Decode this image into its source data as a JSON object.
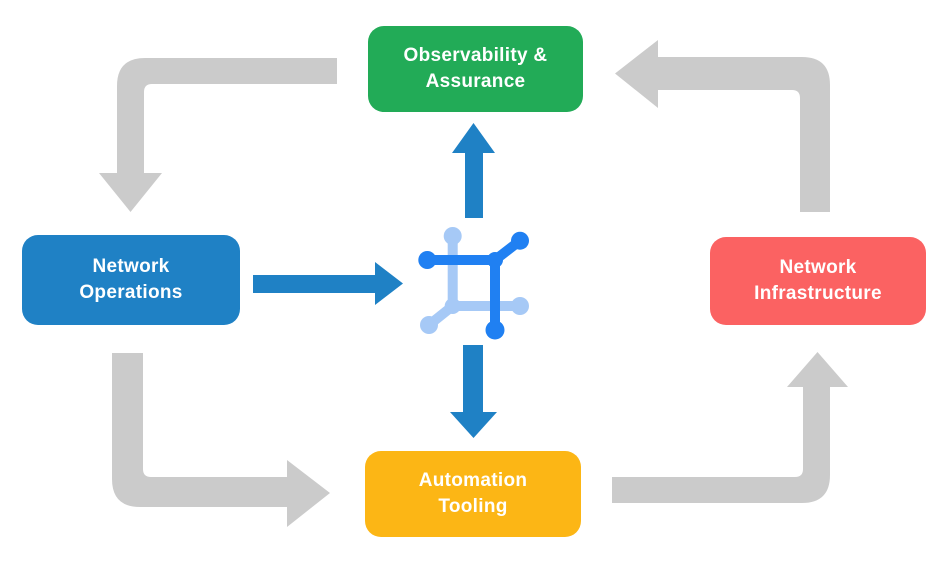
{
  "colors": {
    "background": "#ffffff",
    "node-green": "#22AB57",
    "node-blue": "#1F81C5",
    "node-red": "#FB6262",
    "node-yellow": "#FCB615",
    "node-text": "#FFFFFF",
    "arrow-gray": "#CBCBCB",
    "arrow-blue": "#1F81C5",
    "icon-dark-blue": "#2080F2",
    "icon-light-blue": "#A6C9F6"
  },
  "diagram": {
    "nodes": {
      "observability": {
        "label": "Observability & Assurance",
        "color": "#22AB57"
      },
      "operations": {
        "label": "Network Operations",
        "color": "#1F81C5"
      },
      "infrastructure": {
        "label": "Network Infrastructure",
        "color": "#FB6262"
      },
      "automation": {
        "label": "Automation Tooling",
        "color": "#FCB615"
      }
    },
    "center_icon": "network-fabric",
    "outer_cycle_flow": [
      "Observability & Assurance -> Network Operations",
      "Network Operations -> Automation Tooling",
      "Automation Tooling -> Network Infrastructure",
      "Network Infrastructure -> Observability & Assurance"
    ],
    "center_flow": [
      "Network Operations -> network-fabric",
      "network-fabric -> Observability & Assurance",
      "network-fabric -> Automation Tooling"
    ]
  }
}
